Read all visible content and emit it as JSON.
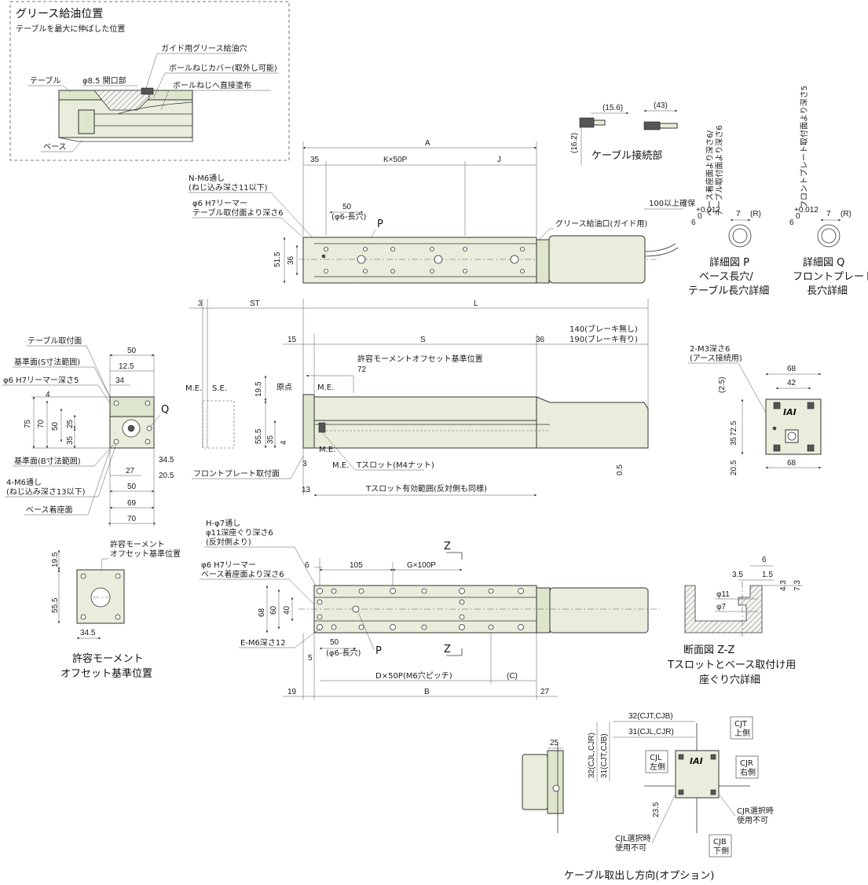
{
  "grease": {
    "title": "グリース給油位置",
    "subtitle": "テーブルを最大に伸ばした位置",
    "labels": [
      "ガイド用グリース給油穴",
      "ボールねじカバー(取外し可能)",
      "ボールねじへ直接塗布",
      "テーブル",
      "φ8.5 開口部",
      "ベース"
    ]
  },
  "cable_conn": {
    "title": "ケーブル接続部",
    "dims": [
      "(15.6)",
      "(43)",
      "(16.2)"
    ]
  },
  "detail_p": {
    "title": [
      "詳細図 P",
      "ベース長穴/",
      "テーブル長穴詳細"
    ],
    "vert1": "ベース着座面より深さ6/",
    "vert2": "テーブル取付面より深さ6",
    "tol": "6",
    "tol_sup": "+0.012",
    "tol_sub": "0",
    "d7": "7",
    "r": "(R)"
  },
  "detail_q": {
    "title": [
      "詳細図 Q",
      "フロントプレート",
      "長穴詳細"
    ],
    "vert": "フロントプレート取付面より深さ5",
    "tol": "6",
    "tol_sup": "+0.012",
    "tol_sub": "0",
    "d7": "7",
    "r": "(R)"
  },
  "top": {
    "dims": {
      "A": "A",
      "d35": "35",
      "K": "K×50P",
      "J": "J",
      "d50": "50",
      "slot": "(φ6-長穴)",
      "P": "P",
      "h515": "51.5",
      "h36": "36",
      "ensure": "100以上確保"
    },
    "labels": [
      "N-M6通し",
      "(ねじ込み深さ11以下)",
      "φ6 H7リーマー",
      "テーブル取付面より深さ6",
      "グリース給油口(ガイド用)"
    ]
  },
  "side": {
    "dims": {
      "d3": "3",
      "ST": "ST",
      "L": "L",
      "d15": "15",
      "S": "S",
      "d36": "36",
      "d140": "140(ブレーキ無し)",
      "d190": "190(ブレーキ有り)",
      "d72": "72",
      "h195": "19.5",
      "h555": "55.5",
      "h35": "35",
      "h4": "4",
      "d3b": "3",
      "d13": "13",
      "d05": "0.5"
    },
    "labels": [
      "許容モーメントオフセット基準位置",
      "原点",
      "M.E.",
      "M.E.",
      "S.E.",
      "M.E.",
      "M.E.",
      "Tスロット(M4ナット)",
      "Tスロット有効範囲(反対側も同様)",
      "フロントプレート取付面"
    ]
  },
  "front": {
    "dims": {
      "d50": "50",
      "d125": "12.5",
      "d34": "34",
      "d4": "4",
      "d75": "75",
      "d70": "70",
      "d50v": "50",
      "d25": "25",
      "d35": "35",
      "d345": "34.5",
      "d205": "20.5",
      "d27": "27",
      "d50b": "50",
      "d69": "69",
      "d70b": "70"
    },
    "labels": [
      "テーブル取付面",
      "基準面(S寸法範囲)",
      "φ6 H7リーマー深さ5",
      "基準面(B寸法範囲)",
      "4-M6通し",
      "(ねじ込み深さ13以下)",
      "ベース着座面",
      "Q"
    ]
  },
  "moment": {
    "title": [
      "許容モーメント",
      "オフセット基準位置"
    ],
    "labels": [
      "許容モーメント",
      "オフセット基準位置"
    ],
    "dims": {
      "d195": "19.5",
      "d555": "55.5",
      "d345": "34.5"
    }
  },
  "bottom": {
    "labels": [
      "H-φ7通し",
      "φ11深座ぐり深さ6",
      "(反対側より)",
      "φ6 H7リーマー",
      "ベース着座面より深さ6",
      "E-M6深さ12",
      "P",
      "Z",
      "Z"
    ],
    "dims": {
      "d6": "6",
      "d105": "105",
      "G": "G×100P",
      "h68": "68",
      "h60": "60",
      "h40": "40",
      "d50": "50",
      "slot": "(φ6-長穴)",
      "d5": "5",
      "D": "D×50P(M6穴ピッチ)",
      "C": "(C)",
      "d19": "19",
      "B": "B",
      "d27": "27"
    }
  },
  "section_zz": {
    "title": [
      "断面図 Z-Z",
      "Tスロットとベース取付け用",
      "座ぐり穴詳細"
    ],
    "dims": {
      "d6": "6",
      "d35": "3.5",
      "d15": "1.5",
      "d43": "4.3",
      "d73": "7.3",
      "d11": "φ11",
      "d7": "φ7"
    }
  },
  "rear": {
    "labels": [
      "2-M3深さ6",
      "(アース接続用)"
    ],
    "dims": {
      "d68": "68",
      "d42": "42",
      "d25": "(2.5)",
      "d725": "72.5",
      "d35": "35",
      "d205": "20.5",
      "d68b": "68"
    },
    "logo": "IAI"
  },
  "cable_dir": {
    "title": "ケーブル取出し方向(オプション)",
    "dims": {
      "d25": "25",
      "d32": "32(CJT,CJB)",
      "d31": "31(CJL,CJR)",
      "v32": "32(CJL,CJR)",
      "v31": "31(CJT,CJB)",
      "d235": "23.5"
    },
    "labels": [
      "CJT",
      "上側",
      "CJL",
      "左側",
      "CJR",
      "右側",
      "CJR選択時",
      "使用不可",
      "CJL選択時",
      "使用不可",
      "CJB",
      "下側"
    ],
    "logo": "IAI"
  }
}
